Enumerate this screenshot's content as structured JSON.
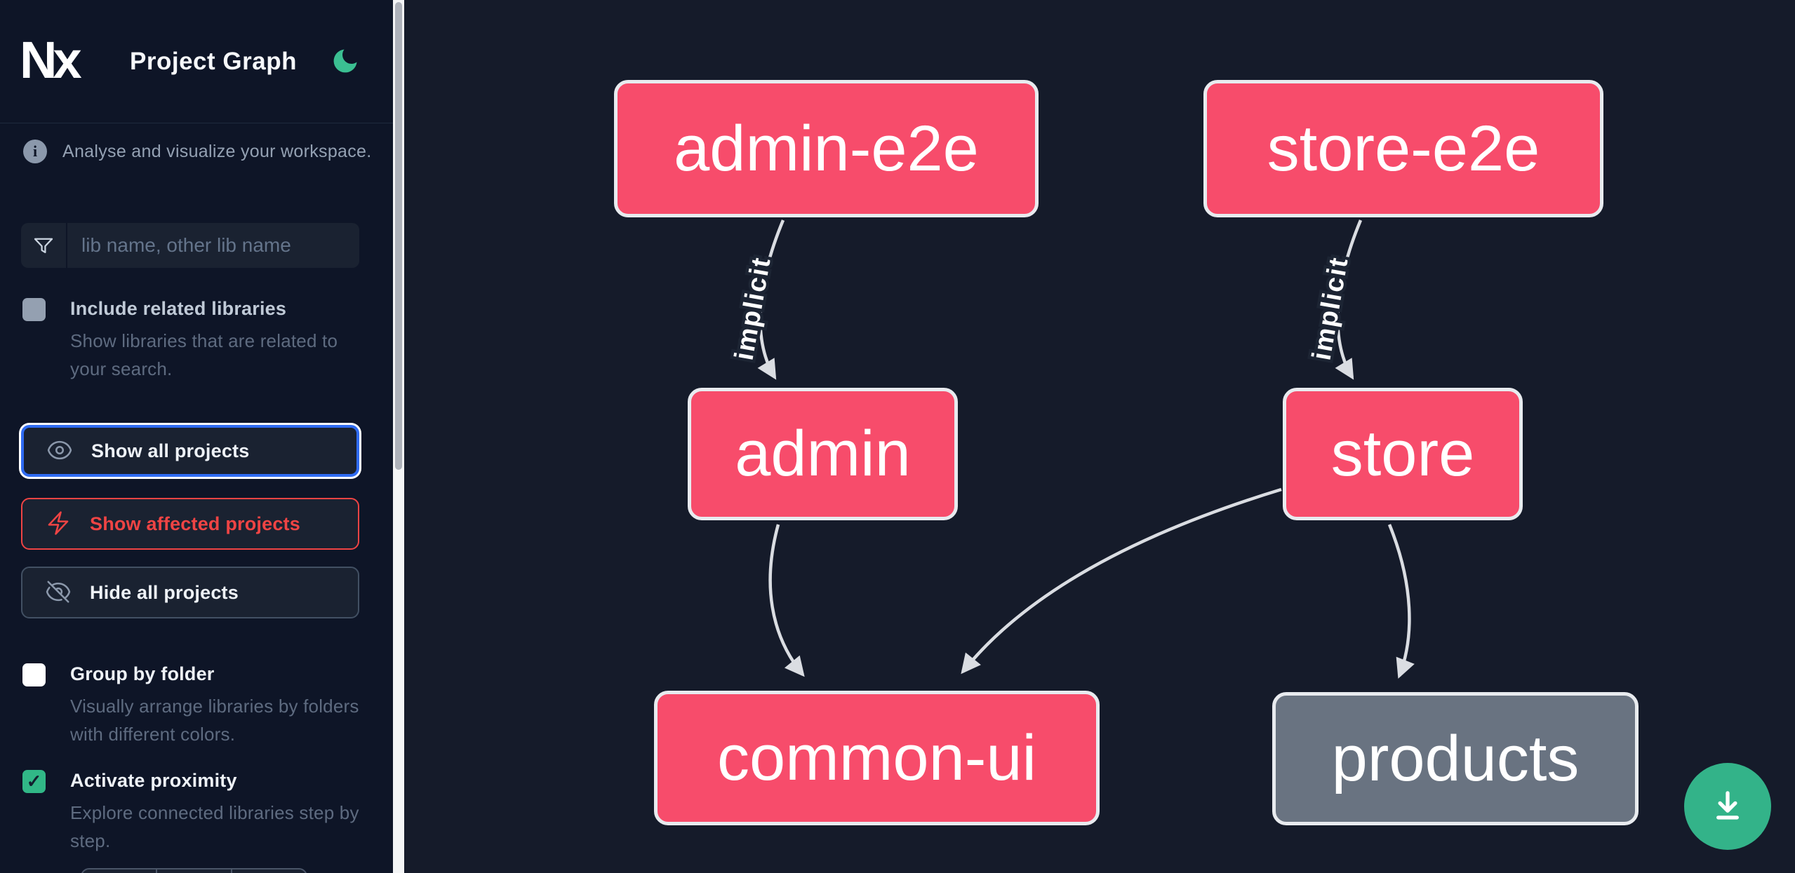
{
  "app": {
    "logo_text": "Nx",
    "title": "Project Graph"
  },
  "sidebar": {
    "tagline": "Analyse and visualize your workspace.",
    "filter_input": {
      "value": "",
      "placeholder": "lib name, other lib name"
    },
    "options": [
      {
        "label": "Include related libraries",
        "description": "Show libraries that are related to your search.",
        "checked": false
      },
      {
        "label": "Group by folder",
        "description": "Visually arrange libraries by folders with different colors.",
        "checked": false
      },
      {
        "label": "Activate proximity",
        "description": "Explore connected libraries step by step.",
        "checked": true
      }
    ],
    "checkmark_glyph": "✓",
    "buttons": [
      {
        "label": "Show all projects",
        "state": "focused"
      },
      {
        "label": "Show affected projects",
        "state": "affected"
      },
      {
        "label": "Hide all projects",
        "state": "default"
      }
    ]
  },
  "graph": {
    "nodes": [
      {
        "id": "admin-e2e",
        "label": "admin-e2e",
        "style": "highlighted"
      },
      {
        "id": "store-e2e",
        "label": "store-e2e",
        "style": "highlighted"
      },
      {
        "id": "admin",
        "label": "admin",
        "style": "highlighted"
      },
      {
        "id": "store",
        "label": "store",
        "style": "highlighted"
      },
      {
        "id": "common-ui",
        "label": "common-ui",
        "style": "highlighted"
      },
      {
        "id": "products",
        "label": "products",
        "style": "unfocused"
      }
    ],
    "edges": [
      {
        "from": "admin-e2e",
        "to": "admin",
        "label": "implicit"
      },
      {
        "from": "store-e2e",
        "to": "store",
        "label": "implicit"
      },
      {
        "from": "admin",
        "to": "common-ui",
        "label": ""
      },
      {
        "from": "store",
        "to": "common-ui",
        "label": ""
      },
      {
        "from": "store",
        "to": "products",
        "label": ""
      }
    ],
    "colors": {
      "highlighted_node": "#f74c6b",
      "unfocused_node": "#697381",
      "edge": "#dadde2",
      "accent_green": "#33b389",
      "accent_blue": "#2f6bf2",
      "accent_red": "#ef4444"
    }
  }
}
